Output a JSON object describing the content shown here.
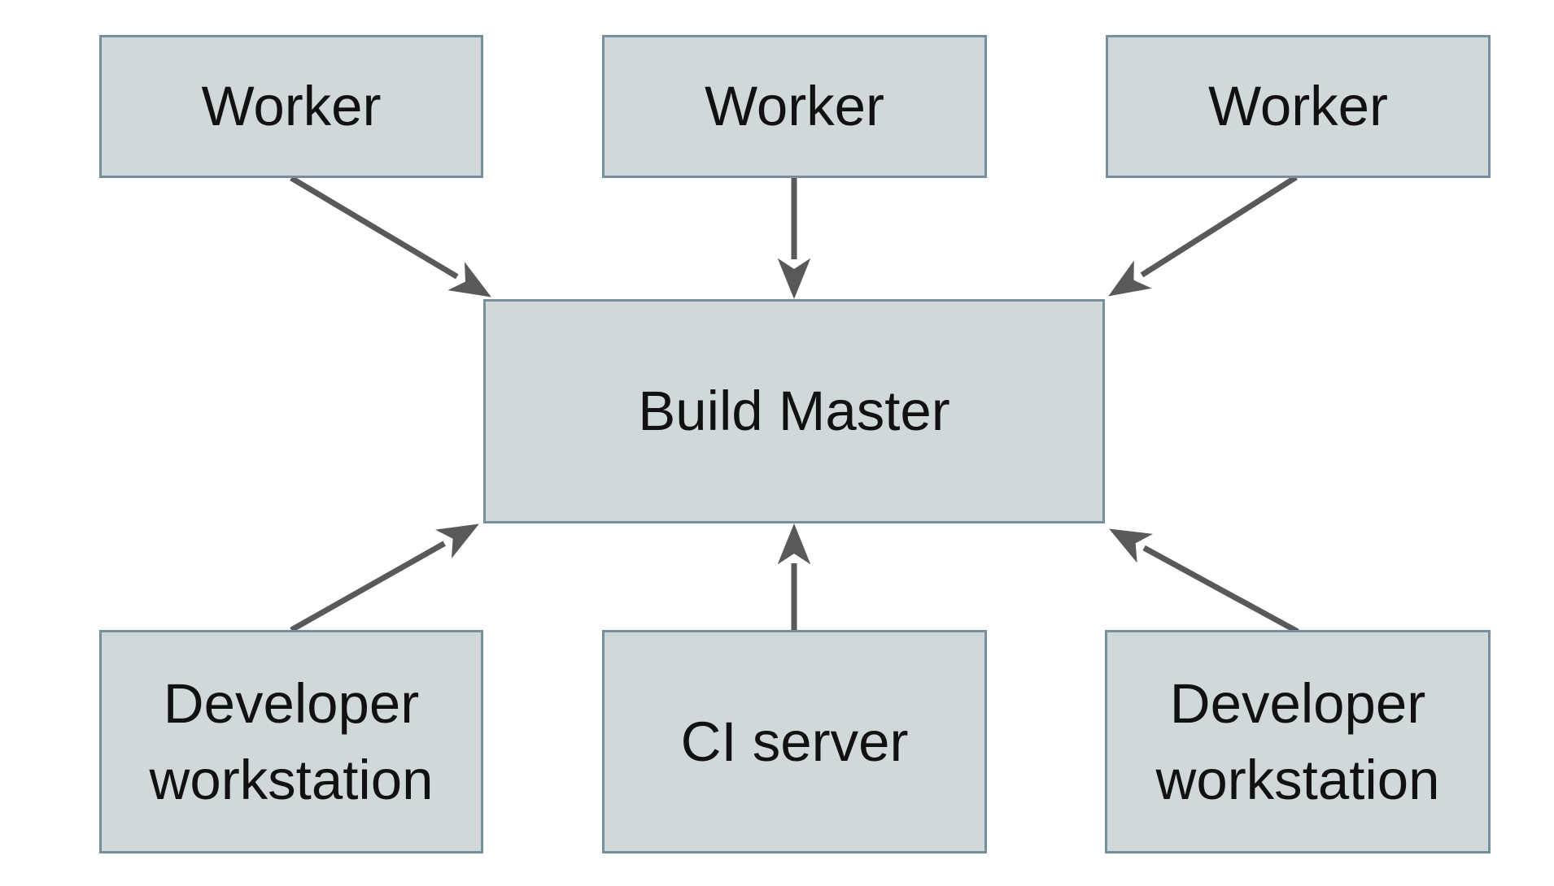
{
  "colors": {
    "background": "#ffffff",
    "node_fill": "#d1d8da",
    "node_border": "#75909c",
    "arrow": "#595959",
    "text": "#111111"
  },
  "diagram": {
    "type": "architecture-diagram",
    "nodes": [
      {
        "id": "worker-1",
        "label": "Worker"
      },
      {
        "id": "worker-2",
        "label": "Worker"
      },
      {
        "id": "worker-3",
        "label": "Worker"
      },
      {
        "id": "build-master",
        "label": "Build Master"
      },
      {
        "id": "developer-workstation-left",
        "label": "Developer workstation"
      },
      {
        "id": "ci-server",
        "label": "CI server"
      },
      {
        "id": "developer-workstation-right",
        "label": "Developer workstation"
      }
    ],
    "edges": [
      {
        "from": "worker-1",
        "to": "build-master"
      },
      {
        "from": "worker-2",
        "to": "build-master"
      },
      {
        "from": "worker-3",
        "to": "build-master"
      },
      {
        "from": "developer-workstation-left",
        "to": "build-master"
      },
      {
        "from": "ci-server",
        "to": "build-master"
      },
      {
        "from": "developer-workstation-right",
        "to": "build-master"
      }
    ]
  }
}
